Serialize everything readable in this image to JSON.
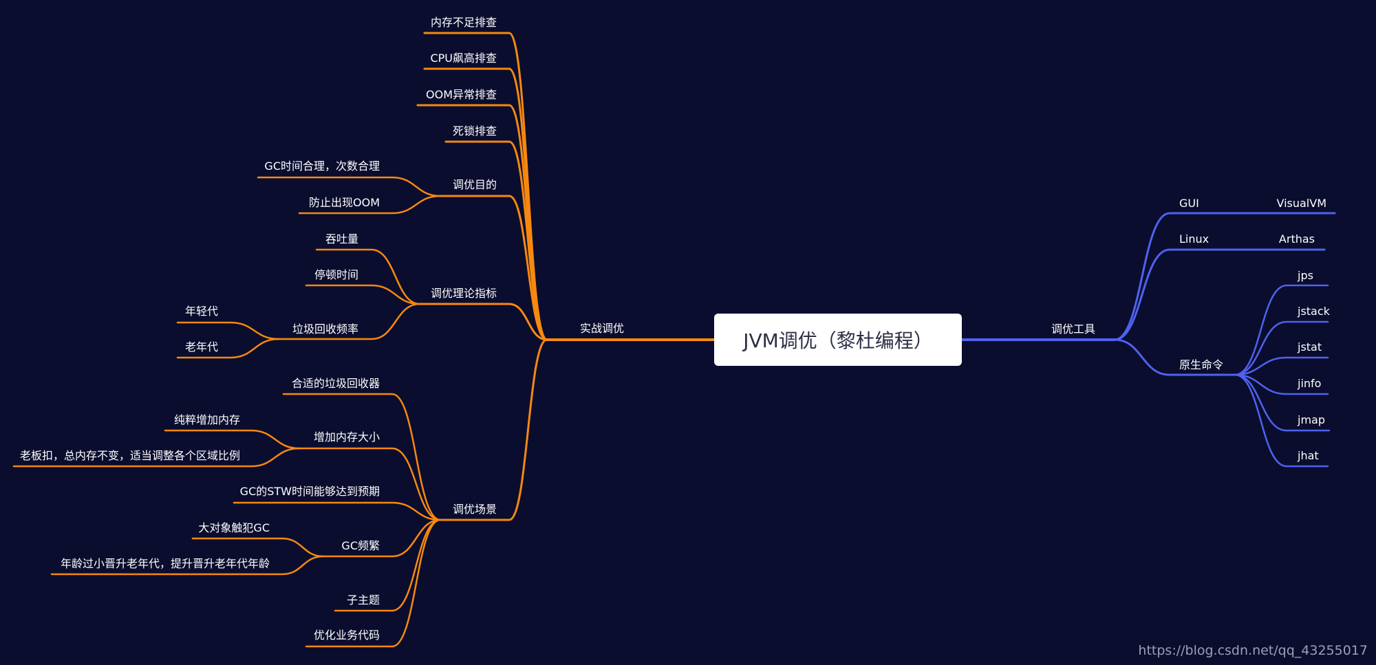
{
  "root": {
    "label": "JVM调优（黎杜编程）"
  },
  "colors": {
    "background": "#0b0d2e",
    "left_branch": "#f7890f",
    "right_branch": "#4f62f0",
    "root_fill": "#ffffff"
  },
  "left": {
    "label": "实战调优",
    "items": {
      "mem_check": "内存不足排查",
      "cpu_check": "CPU飙高排查",
      "oom_check": "OOM异常排查",
      "deadlock_check": "死锁排查",
      "goal": {
        "label": "调优目的",
        "children": {
          "gc_reasonable": "GC时间合理，次数合理",
          "prevent_oom": "防止出现OOM"
        }
      },
      "theory": {
        "label": "调优理论指标",
        "children": {
          "throughput": "吞吐量",
          "pause_time": "停顿时间",
          "gc_freq": {
            "label": "垃圾回收频率",
            "children": {
              "young": "年轻代",
              "old": "老年代"
            }
          }
        }
      },
      "scenario": {
        "label": "调优场景",
        "children": {
          "suitable_gc": "合适的垃圾回收器",
          "increase_mem": {
            "label": "增加内存大小",
            "children": {
              "pure_add": "纯粹增加内存",
              "ratio_adjust": "老板扣，总内存不变，适当调整各个区域比例"
            }
          },
          "stw_expect": "GC的STW时间能够达到预期",
          "gc_frequent": {
            "label": "GC频繁",
            "children": {
              "big_object": "大对象触犯GC",
              "age_small": "年龄过小晋升老年代，提升晋升老年代年龄"
            }
          },
          "sub_topic": "子主题",
          "optimize_code": "优化业务代码"
        }
      }
    }
  },
  "right": {
    "label": "调优工具",
    "items": {
      "gui": {
        "label": "GUI",
        "child": "VisualVM"
      },
      "linux": {
        "label": "Linux",
        "child": "Arthas"
      },
      "native": {
        "label": "原生命令",
        "children": {
          "jps": "jps",
          "jstack": "jstack",
          "jstat": "jstat",
          "jinfo": "jinfo",
          "jmap": "jmap",
          "jhat": "jhat"
        }
      }
    }
  },
  "watermark": "https://blog.csdn.net/qq_43255017"
}
